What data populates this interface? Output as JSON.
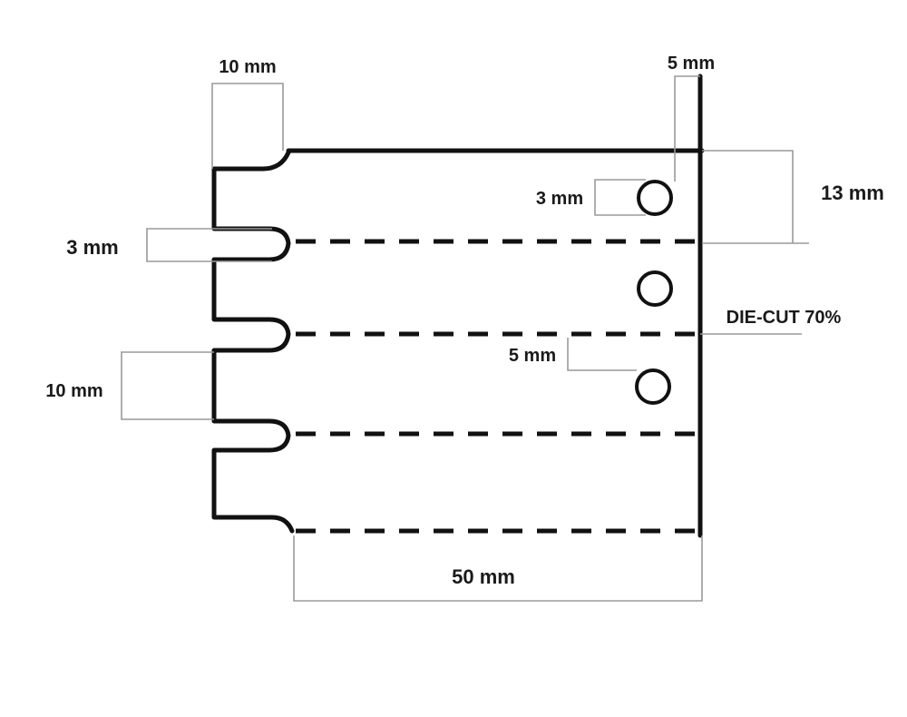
{
  "diagram": {
    "labels": {
      "top_tab_width": "10 mm",
      "top_right_offset": "5 mm",
      "hole_diameter": "3 mm",
      "row_height": "13 mm",
      "slot_width": "3 mm",
      "die_cut": "DIE-CUT 70%",
      "hole_offset": "5 mm",
      "tab_height": "10 mm",
      "total_width": "50 mm"
    },
    "colors": {
      "line": "#111111",
      "dimension": "#9a9a9a",
      "text": "#1a1a1a"
    }
  }
}
